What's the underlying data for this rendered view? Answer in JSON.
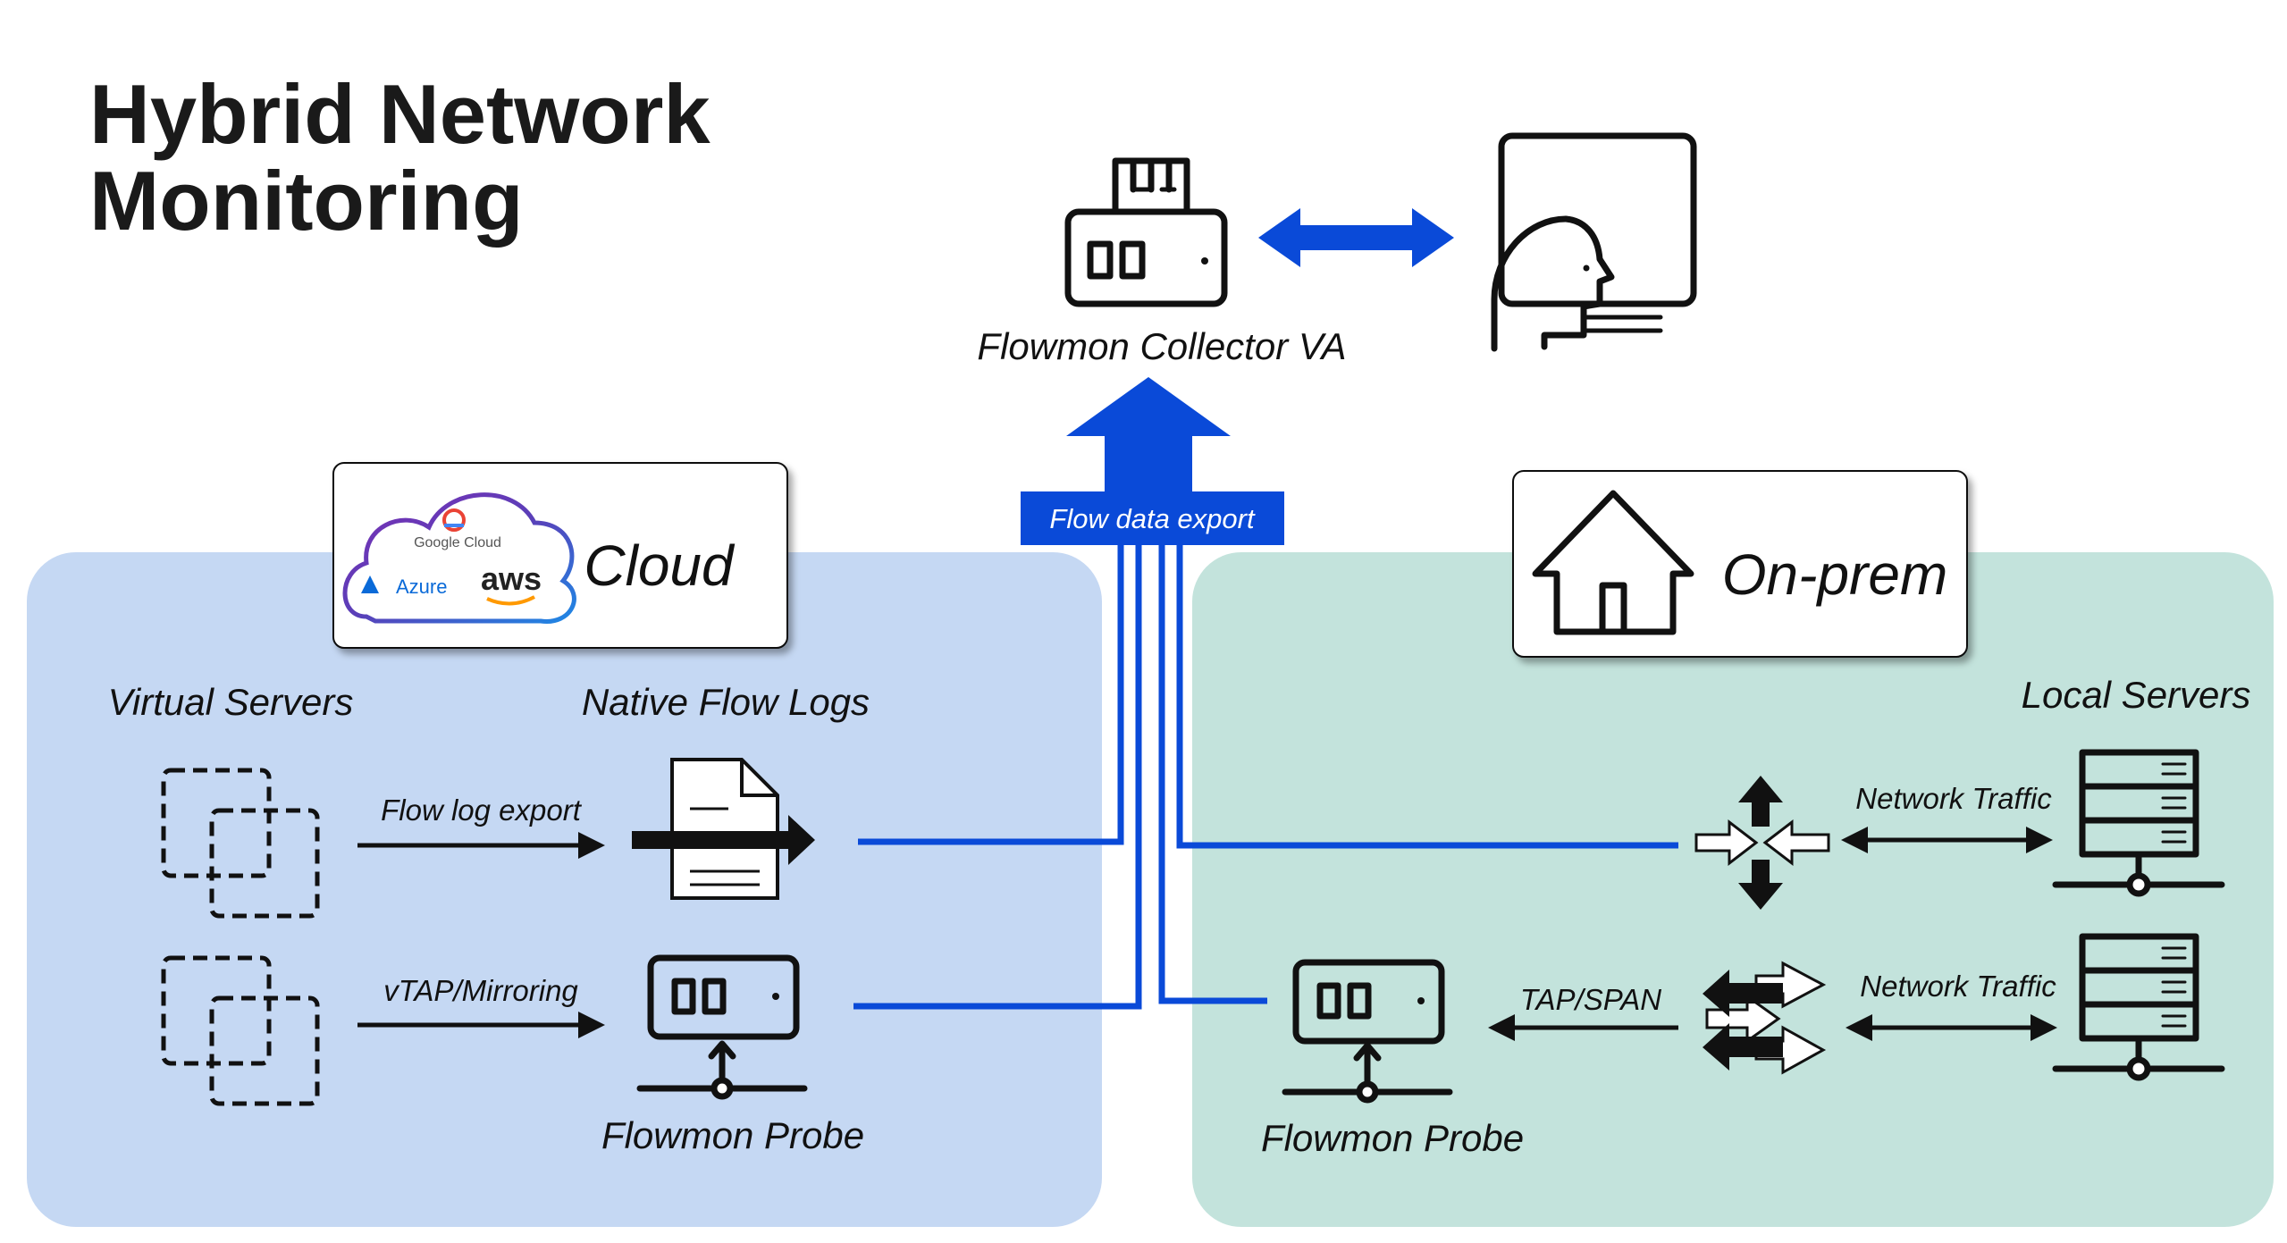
{
  "title": {
    "line1": "Hybrid Network",
    "line2": "Monitoring"
  },
  "collector": {
    "label": "Flowmon Collector VA"
  },
  "export_banner": {
    "label": "Flow data export"
  },
  "cloud": {
    "label": "Cloud",
    "logos": {
      "google": "Google Cloud",
      "azure": "Azure",
      "aws": "aws"
    },
    "virtual_servers": "Virtual Servers",
    "native_flow_logs": "Native Flow Logs",
    "flow_log_export": "Flow log export",
    "vtap": "vTAP/Mirroring",
    "probe": "Flowmon Probe"
  },
  "onprem": {
    "label": "On-prem",
    "local_servers": "Local Servers",
    "network_traffic_1": "Network Traffic",
    "network_traffic_2": "Network Traffic",
    "tap_span": "TAP/SPAN",
    "probe": "Flowmon Probe"
  },
  "colors": {
    "cloud_panel": "#c5d8f3",
    "onprem_panel": "#c3e3dc",
    "accent_blue": "#0a4ad8",
    "text": "#111111"
  }
}
